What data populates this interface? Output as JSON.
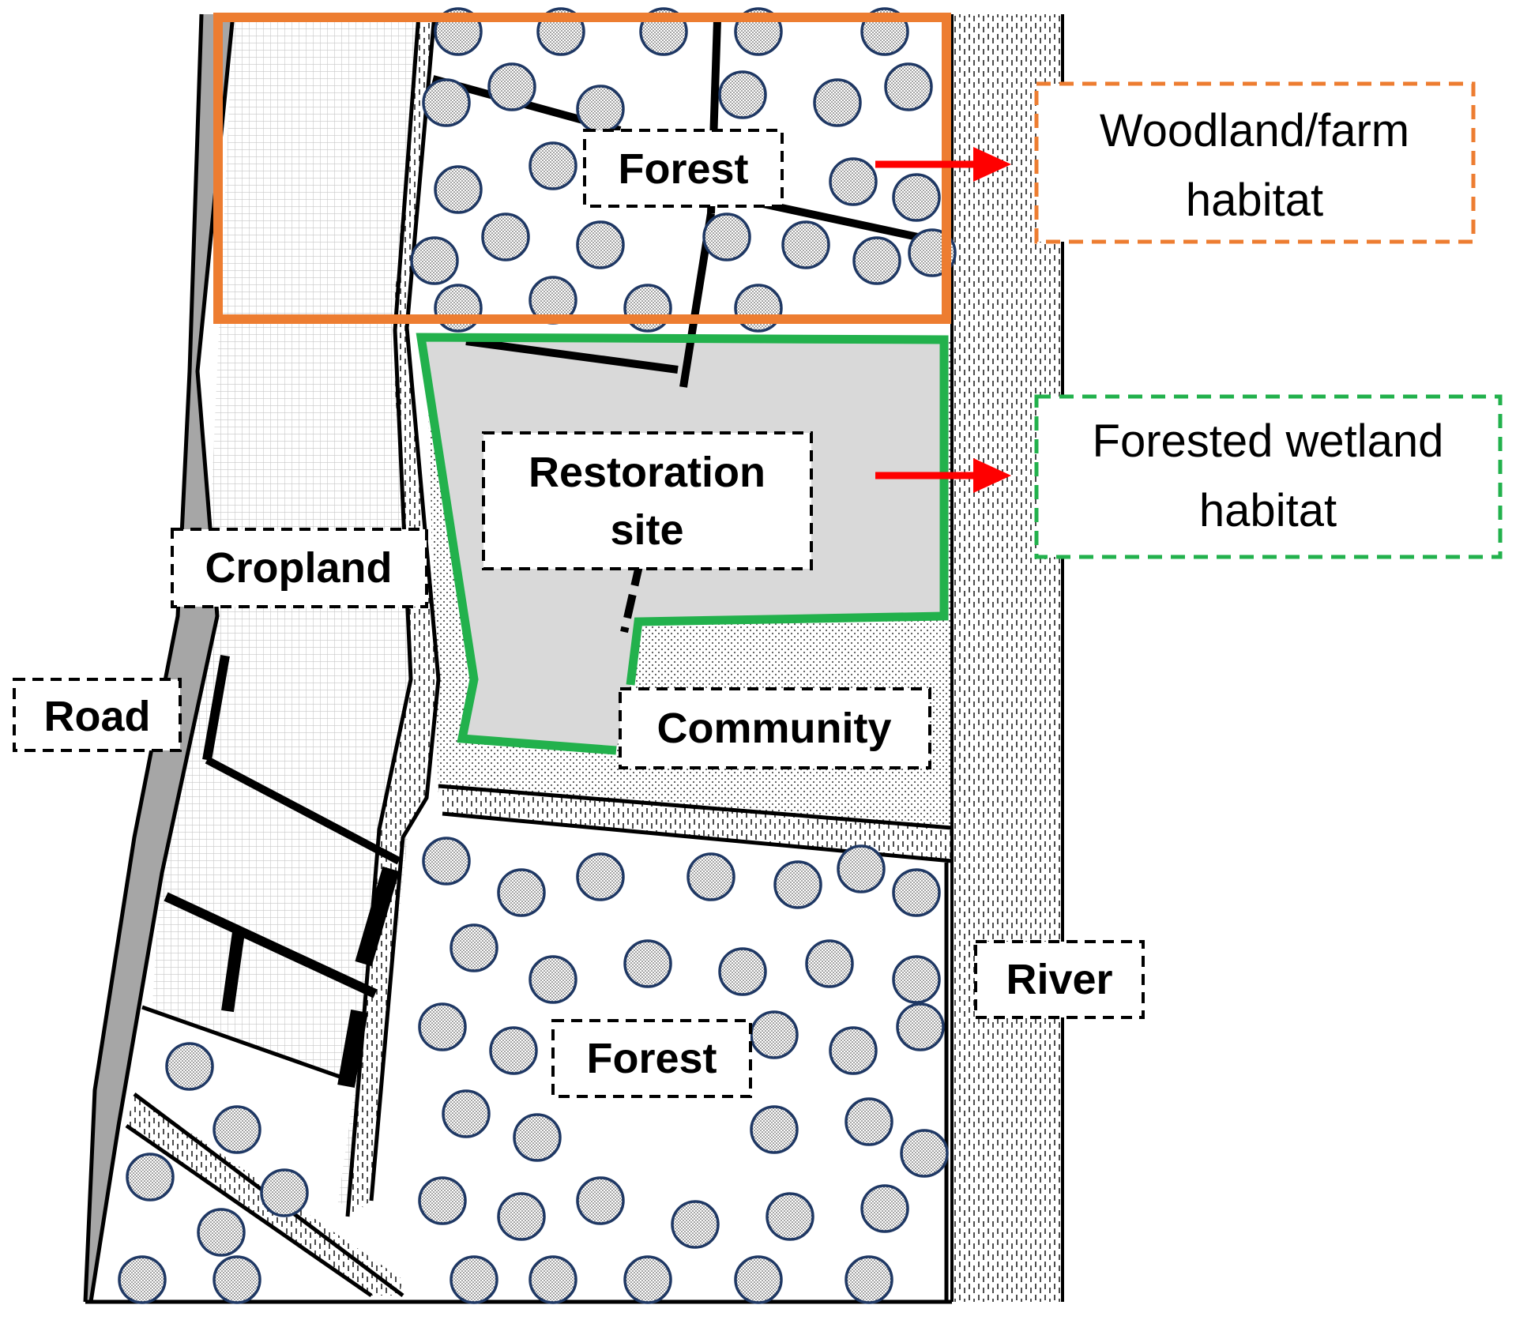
{
  "labels": {
    "forest_top": "Forest",
    "restoration_line1": "Restoration",
    "restoration_line2": "site",
    "cropland": "Cropland",
    "road": "Road",
    "community": "Community",
    "forest_bottom": "Forest",
    "river": "River"
  },
  "habitats": {
    "woodland": {
      "line1": "Woodland/farm",
      "line2": "habitat"
    },
    "wetland": {
      "line1": "Forested wetland",
      "line2": "habitat"
    }
  },
  "colors": {
    "woodland_outline": "#ED7D31",
    "wetland_outline": "#22B14C",
    "arrow": "#FF0000",
    "road": "#A6A6A6",
    "restoration_fill": "#D9D9D9",
    "tree_stroke": "#1F3864"
  }
}
